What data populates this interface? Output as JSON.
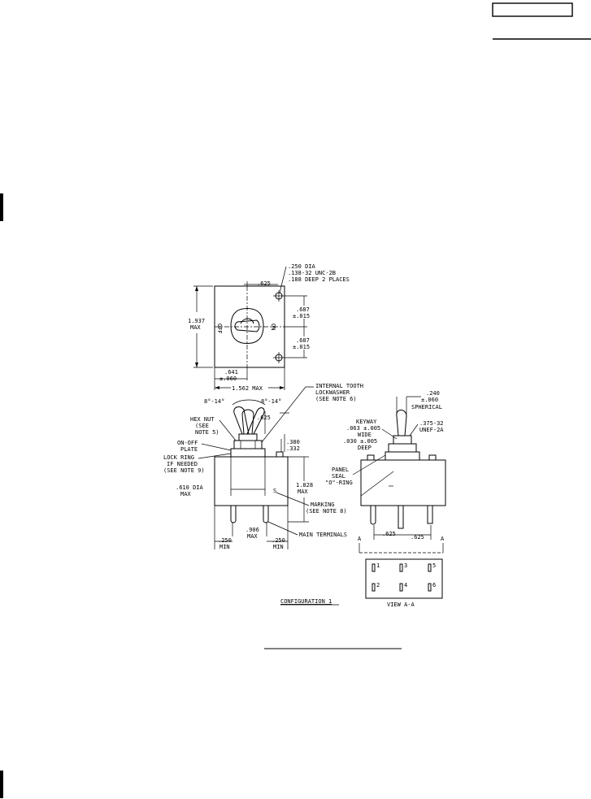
{
  "header": {
    "box_text": ""
  },
  "top_view": {
    "hole_callout": [
      ".250 DIA",
      ".138-32 UNC-2B",
      ".188 DEEP 2 PLACES"
    ],
    "dim_625": ".625",
    "dim_height": [
      "1.937",
      "MAX"
    ],
    "dim_687_a": [
      ".687",
      "±.015"
    ],
    "dim_687_b": [
      ".687",
      "±.015"
    ],
    "dim_641": [
      ".641",
      "±.060"
    ],
    "dim_width": "1.562 MAX",
    "off_label": "OFF",
    "on_label": "ON"
  },
  "side_view": {
    "angle_left": "8°-14°",
    "angle_right": "8°-14°",
    "lockwasher": [
      "INTERNAL TOOTH",
      "LOCKWASHER",
      "(SEE NOTE 6)"
    ],
    "hex_nut": [
      "HEX NUT",
      "(SEE",
      "NOTE 5)"
    ],
    "dim_625": ".625",
    "on_off_plate": [
      "ON-OFF",
      "PLATE"
    ],
    "dim_380": [
      ".380",
      ".332"
    ],
    "lock_ring": [
      "LOCK RING",
      "IF NEEDED",
      "(SEE NOTE 9)"
    ],
    "dia_610": [
      ".610 DIA",
      "MAX"
    ],
    "dim_1828": [
      "1.828",
      "MAX"
    ],
    "marking": [
      "MARKING",
      "(SEE NOTE 8)"
    ],
    "dim_906": [
      ".906",
      "MAX"
    ],
    "dim_250_left": [
      ".250",
      "MIN"
    ],
    "dim_250_right": [
      ".250",
      "MIN"
    ],
    "main_terminals": "MAIN TERMINALS"
  },
  "front_view": {
    "dim_240": [
      ".240",
      "±.060",
      "SPHERICAL"
    ],
    "keyway": [
      "KEYWAY",
      ".063 ±.005",
      "WIDE",
      ".030 ±.005",
      "DEEP"
    ],
    "thread": [
      ".375-32",
      "UNEF-2A"
    ],
    "panel_seal": [
      "PANEL",
      "SEAL",
      "\"O\"-RING"
    ],
    "dim_625_a": ".625",
    "dim_625_b": ".625",
    "section_a_left": "A",
    "section_a_right": "A"
  },
  "view_aa": {
    "terminal_numbers": [
      "1",
      "2",
      "3",
      "4",
      "5",
      "6"
    ],
    "caption": "VIEW A-A"
  },
  "config_caption": "CONFIGURATION 1"
}
